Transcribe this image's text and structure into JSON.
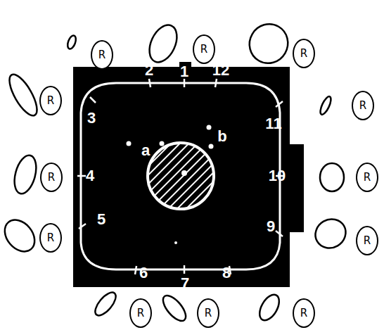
{
  "diagram": {
    "nodes": [
      {
        "text": [
          "R"
        ]
      },
      {
        "text": [
          "R"
        ]
      },
      {
        "text": [
          "R"
        ]
      },
      {
        "text": [
          "R"
        ]
      },
      {
        "text": [
          "R"
        ]
      },
      {
        "text": [
          "R"
        ]
      },
      {
        "text": [
          "R"
        ]
      },
      {
        "text": [
          "R"
        ]
      },
      {
        "text": [
          "R"
        ]
      },
      {
        "text": [
          "R"
        ]
      },
      {
        "text": [
          "R"
        ]
      },
      {
        "text": [
          "R"
        ]
      }
    ],
    "labels": [
      "1",
      "2",
      "3",
      "4",
      "5",
      "6",
      "7",
      "8",
      "9",
      "10",
      "11",
      "12",
      "a",
      "b"
    ]
  }
}
